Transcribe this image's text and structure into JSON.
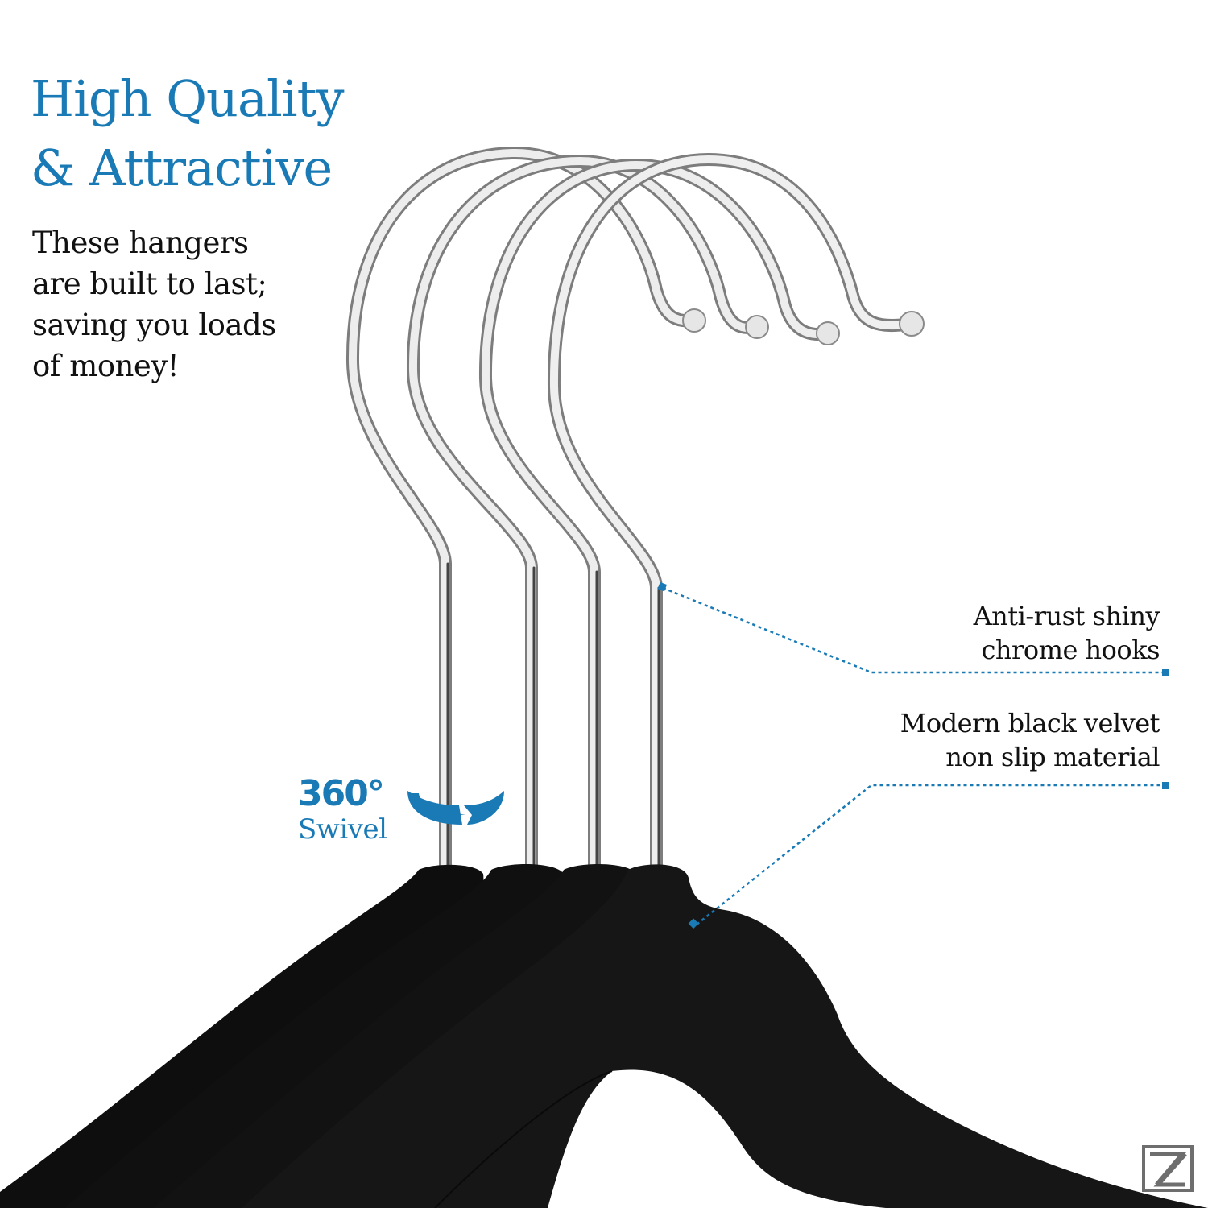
{
  "headline": {
    "line1": "High Quality",
    "line2": "& Attractive"
  },
  "body": {
    "lines": [
      "These hangers",
      "are built to last;",
      "saving you loads",
      "of money!"
    ]
  },
  "callouts": [
    {
      "lines": [
        "Anti-rust shiny",
        "chrome hooks"
      ]
    },
    {
      "lines": [
        "Modern black velvet",
        "non slip material"
      ]
    }
  ],
  "swivel": {
    "degrees": "360°",
    "label": "Swivel",
    "icon": "rotate-arrows-icon"
  },
  "product": {
    "hanger_count": 4,
    "hook_material": "chrome",
    "body_material": "black velvet"
  },
  "watermark": {
    "icon": "brand-z-logo-icon"
  },
  "colors": {
    "accent_blue": "#1a7ab5",
    "text_dark": "#111111",
    "velvet_black": "#121212",
    "chrome": "#c8c8c8",
    "background": "#ffffff"
  }
}
